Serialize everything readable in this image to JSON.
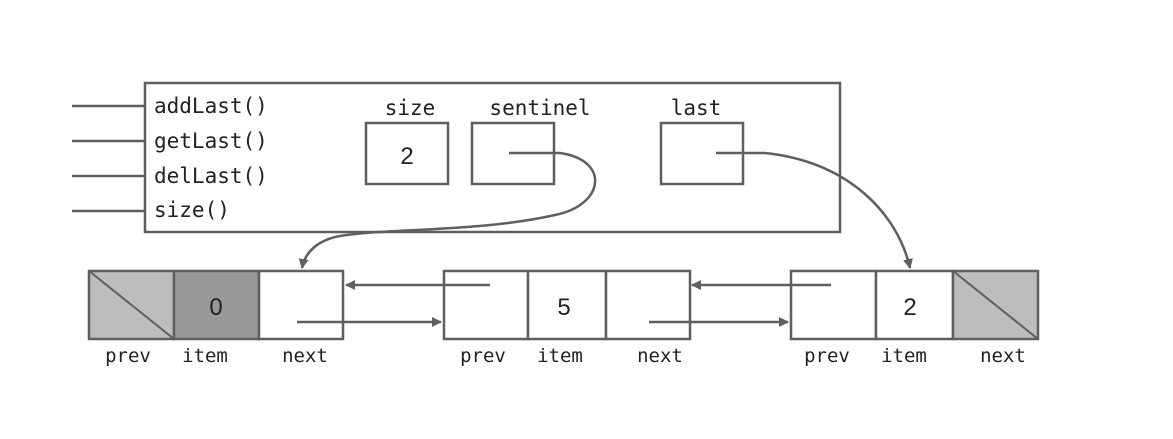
{
  "object": {
    "methods": [
      "addLast()",
      "getLast()",
      "delLast()",
      "size()"
    ],
    "fields": {
      "size": {
        "label": "size",
        "value": "2"
      },
      "sentinel": {
        "label": "sentinel"
      },
      "last": {
        "label": "last"
      }
    }
  },
  "nodes": [
    {
      "labels": [
        "prev",
        "item",
        "next"
      ],
      "item": "0"
    },
    {
      "labels": [
        "prev",
        "item",
        "next"
      ],
      "item": "5"
    },
    {
      "labels": [
        "prev",
        "item",
        "next"
      ],
      "item": "2"
    }
  ],
  "colors": {
    "stroke": "#5f5f5f",
    "sentinel_fill": "#999999",
    "null_fill": "#bdbdbd",
    "background": "#ffffff"
  }
}
